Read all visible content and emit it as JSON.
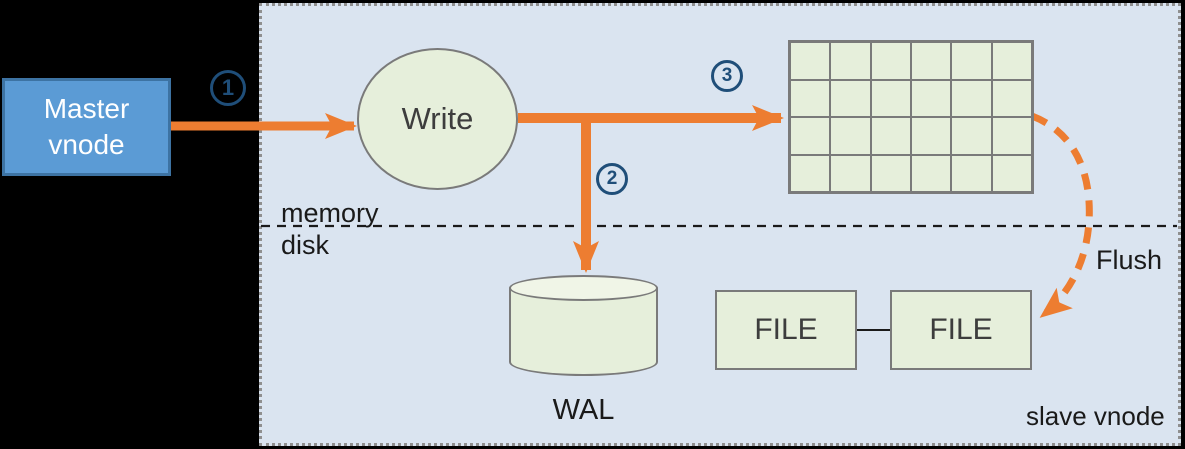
{
  "diagram": {
    "title_hint": "write flow into slave vnode",
    "master_node": {
      "label": "Master vnode"
    },
    "write_node": {
      "label": "Write"
    },
    "steps": [
      {
        "number": "1"
      },
      {
        "number": "2"
      },
      {
        "number": "3"
      }
    ],
    "memtable": {
      "rows": 4,
      "cols": 6
    },
    "boundary": {
      "above": "memory",
      "below": "disk"
    },
    "wal": {
      "label": "WAL"
    },
    "files": [
      {
        "label": "FILE"
      },
      {
        "label": "FILE"
      }
    ],
    "flush_label": "Flush",
    "container_label": "slave vnode"
  },
  "colors": {
    "accent_orange": "#ed7d31",
    "step_badge_blue": "#1f4e79",
    "master_fill": "#5b9bd5",
    "master_border": "#3d73a3",
    "panel_background": "#dae4f0",
    "shape_fill": "#e6efdb",
    "shape_fill_light": "#f0f5e7",
    "shape_border": "#7a7a7a",
    "line_black": "#1a1a1a"
  }
}
